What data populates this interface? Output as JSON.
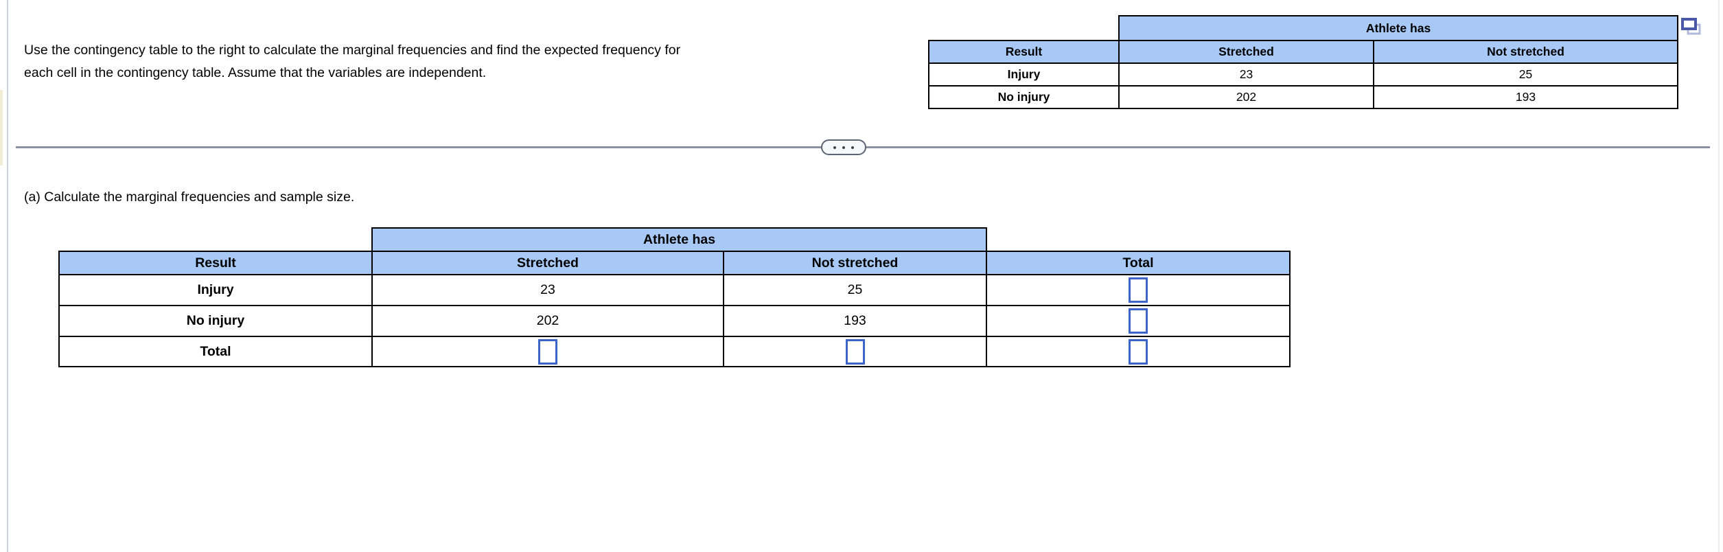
{
  "problem": {
    "statement_line1": "Use the contingency table to the right to calculate the marginal frequencies and find the expected frequency for",
    "statement_line2": "each cell in the contingency table. Assume that the variables are independent."
  },
  "reference_table": {
    "span_header": "Athlete has",
    "columns": [
      "Result",
      "Stretched",
      "Not stretched"
    ],
    "rows": [
      [
        "Injury",
        "23",
        "25"
      ],
      [
        "No injury",
        "202",
        "193"
      ]
    ]
  },
  "part_a": {
    "prompt": "(a) Calculate the marginal frequencies and sample size.",
    "table": {
      "span_header": "Athlete has",
      "columns": [
        "Result",
        "Stretched",
        "Not stretched",
        "Total"
      ],
      "rows": [
        [
          "Injury",
          "23",
          "25"
        ],
        [
          "No injury",
          "202",
          "193"
        ]
      ],
      "total_label": "Total"
    }
  },
  "icons": {
    "popout": "popout-window-icon",
    "ellipsis": "ellipsis-divider-handle"
  },
  "colors": {
    "table_header_blue": "#a8c9f6",
    "answer_box_border": "#3e64c8",
    "divider_gray": "#8b919e"
  }
}
